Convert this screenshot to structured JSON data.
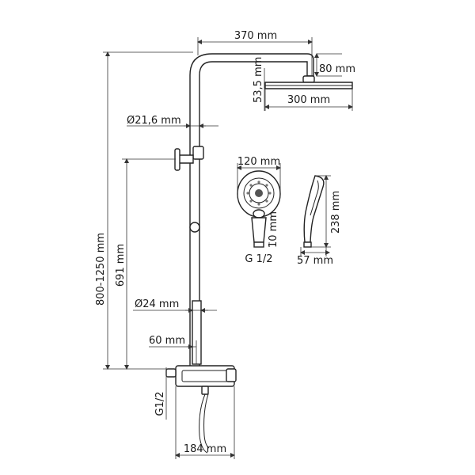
{
  "labels": {
    "arm_length": "370 mm",
    "arm_height": "80 mm",
    "head_thickness": "53,5 mm",
    "head_diameter": "300 mm",
    "rail_diameter": "Ø21,6 mm",
    "lower_pipe_diameter": "Ø24 mm",
    "total_height": "800-1250 mm",
    "bracket_height": "691 mm",
    "wall_offset": "60 mm",
    "inlet_thread": "G1/2",
    "mixer_width": "184 mm",
    "hand_width": "120 mm",
    "hand_length": "238 mm",
    "hand_depth": "57 mm",
    "hand_neck": "10 mm",
    "hand_thread": "G 1/2"
  }
}
